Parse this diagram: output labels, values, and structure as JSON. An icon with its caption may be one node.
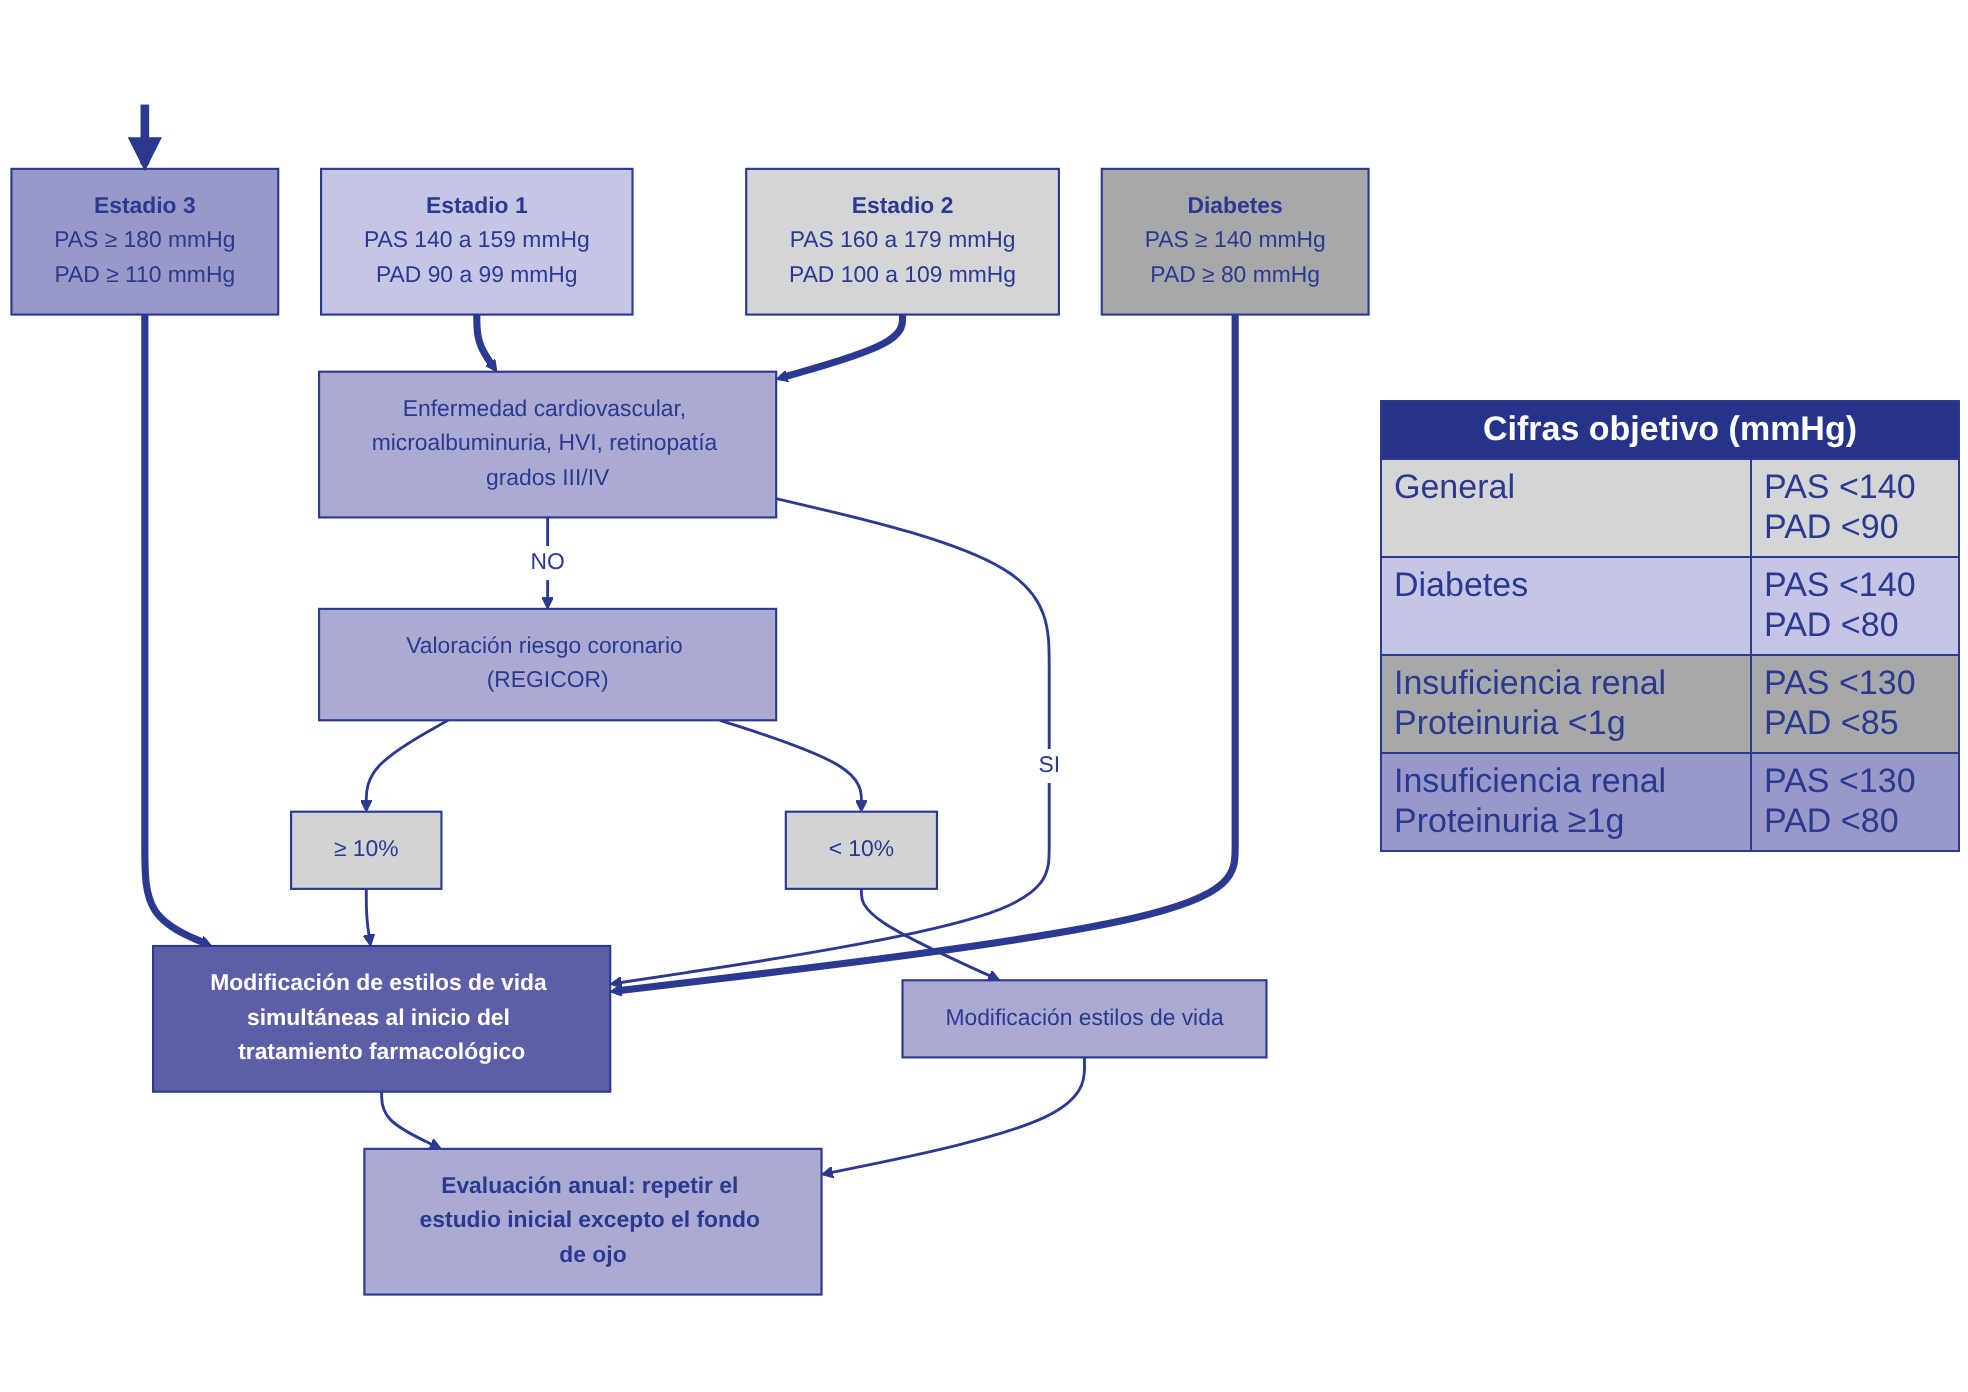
{
  "diagram": {
    "nodes": [
      {
        "text": [
          "Estadio 1",
          "PAS 140 a 159 mmHg",
          "PAD 90 a 99 mmHg"
        ]
      },
      {
        "text": [
          "Estadio 2",
          "PAS 160 a 179 mmHg",
          "PAD 100 a 109 mmHg"
        ]
      },
      {
        "text": [
          "Estadio 3",
          "PAS ≥ 180 mmHg",
          "PAD ≥ 110 mmHg"
        ]
      },
      {
        "text": [
          "Diabetes",
          "PAS ≥ 140 mmHg",
          "PAD ≥ 80 mmHg"
        ]
      },
      {
        "text": [
          "Enfermedad cardiovascular, microalbuminuria, HVI, retinopatía grados III/IV"
        ]
      },
      {
        "text": [
          "Valoración riesgo coronario (REGICOR)"
        ]
      },
      {
        "text": [
          "Modificación de estilos de vida simultáneas al inicio del tratamiento farmacológico"
        ]
      },
      {
        "text": [
          "≥ 10%"
        ]
      },
      {
        "text": [
          "< 10%"
        ]
      },
      {
        "text": [
          "Modificación estilos de vida"
        ]
      },
      {
        "text": [
          "Evaluación anual: repetir el estudio inicial excepto el fondo de ojo"
        ]
      }
    ],
    "edges": [
      {
        "from": null,
        "to": 2,
        "arrow": "to",
        "style": "thick"
      },
      {
        "from": 0,
        "to": 4,
        "arrow": "to",
        "style": "thick"
      },
      {
        "from": 1,
        "to": 4,
        "arrow": "to",
        "style": "thick"
      },
      {
        "from": 2,
        "to": 6,
        "arrow": "to",
        "style": "thick"
      },
      {
        "from": 3,
        "to": 6,
        "arrow": "to",
        "style": "thick"
      },
      {
        "from": 4,
        "to": 5,
        "label": "NO",
        "arrow": "to"
      },
      {
        "from": 4,
        "to": 6,
        "label": "SI",
        "arrow": "to"
      },
      {
        "from": 5,
        "to": 7,
        "arrow": "to"
      },
      {
        "from": 7,
        "to": 6,
        "arrow": "to"
      },
      {
        "from": 5,
        "to": 8,
        "arrow": "to"
      },
      {
        "from": 8,
        "to": 9,
        "arrow": "to"
      },
      {
        "from": 9,
        "to": 10,
        "arrow": "to"
      },
      {
        "from": 6,
        "to": 10,
        "arrow": "to"
      }
    ],
    "labels": [
      "Cifras objetivo (mmHg)",
      "General",
      "PAS <140 PAD <90",
      "Diabetes",
      "PAS <140 PAD <80",
      "Insuficiencia renal Proteinuria <1g",
      "PAS <130 PAD <85",
      "Insuficiencia renal Proteinuria ≥1g",
      "PAS <130 PAD <80"
    ]
  }
}
